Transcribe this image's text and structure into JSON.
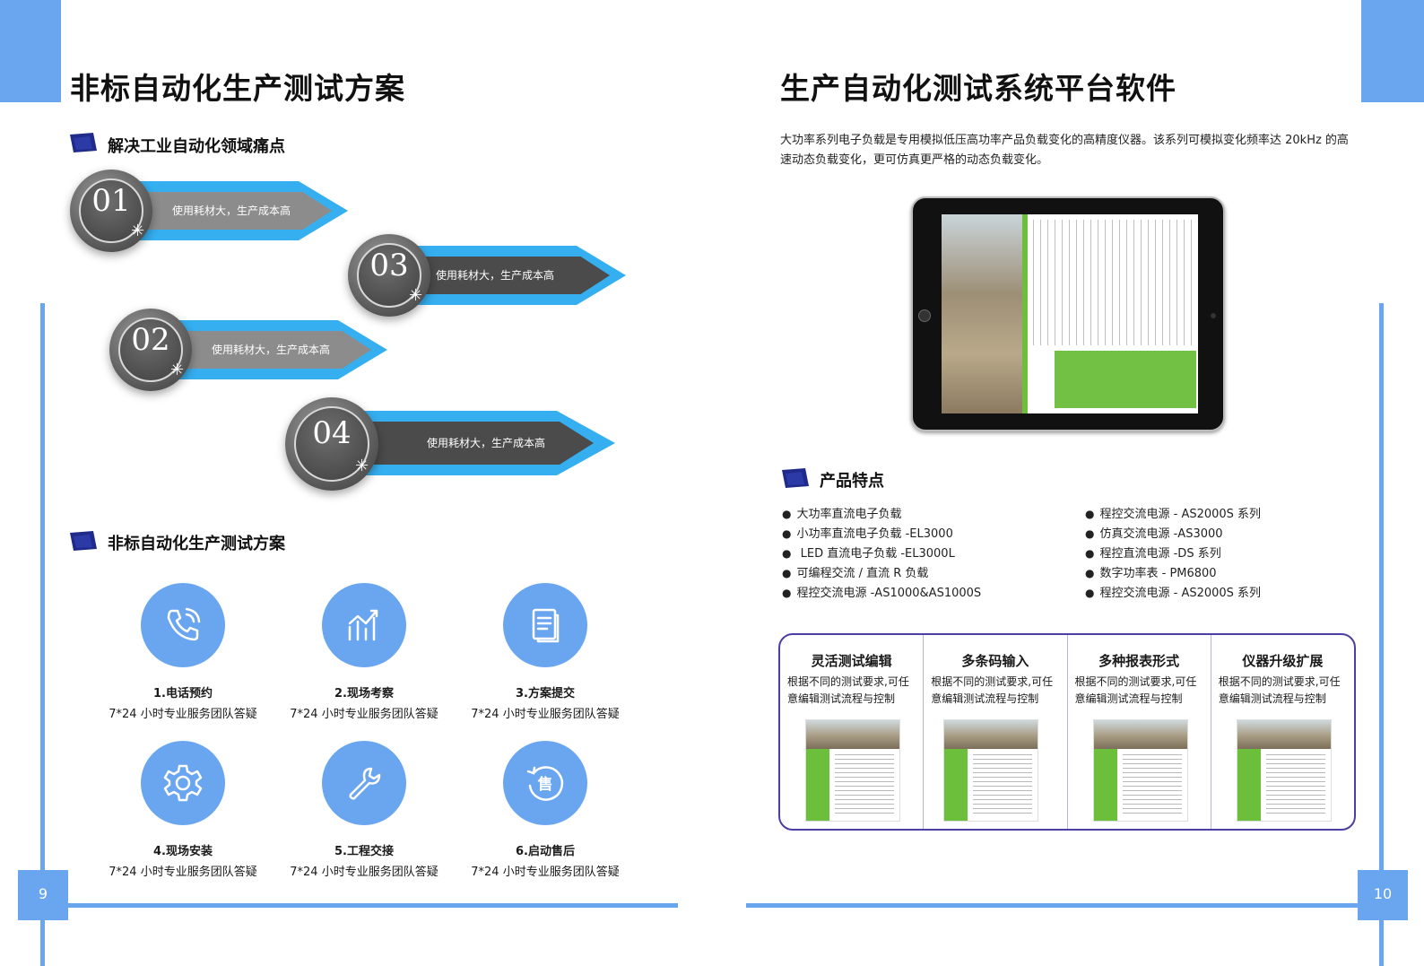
{
  "left_page": {
    "title": "非标自动化生产测试方案",
    "section1_heading": "解决工业自动化领域痛点",
    "banners": [
      {
        "num": "01",
        "text": "使用耗材大，生产成本高"
      },
      {
        "num": "03",
        "text": "使用耗材大，生产成本高"
      },
      {
        "num": "02",
        "text": "使用耗材大，生产成本高"
      },
      {
        "num": "04",
        "text": "使用耗材大，生产成本高"
      }
    ],
    "section2_heading": "非标自动化生产测试方案",
    "services": [
      {
        "title": "1.电话预约",
        "desc": "7*24 小时专业服务团队答疑",
        "icon": "phone-icon"
      },
      {
        "title": "2.现场考察",
        "desc": "7*24 小时专业服务团队答疑",
        "icon": "chart-icon"
      },
      {
        "title": "3.方案提交",
        "desc": "7*24 小时专业服务团队答疑",
        "icon": "document-icon"
      },
      {
        "title": "4.现场安装",
        "desc": "7*24 小时专业服务团队答疑",
        "icon": "gear-icon"
      },
      {
        "title": "5.工程交接",
        "desc": "7*24 小时专业服务团队答疑",
        "icon": "wrench-icon"
      },
      {
        "title": "6.启动售后",
        "desc": "7*24 小时专业服务团队答疑",
        "icon": "aftersale-icon",
        "icon_glyph": "售"
      }
    ],
    "page_number": "9"
  },
  "right_page": {
    "title": "生产自动化测试系统平台软件",
    "intro_line1": "大功率系列电子负载是专用模拟低压高功率产品负载变化的高精度仪器。该系列可模拟变化频率达 20kHz 的高",
    "intro_line2": "速动态负载变化，更可仿真更严格的动态负载变化。",
    "features_heading": "产品特点",
    "bullets_left": [
      "大功率直流电子负载",
      "小功率直流电子负载 -EL3000",
      " LED 直流电子负载 -EL3000L",
      "可编程交流 / 直流 R 负载",
      "程控交流电源 -AS1000&AS1000S"
    ],
    "bullets_right": [
      "程控交流电源 -  AS2000S 系列",
      "仿真交流电源 -AS3000",
      "程控直流电源 -DS 系列",
      "数字功率表 -  PM6800",
      "程控交流电源 -  AS2000S 系列"
    ],
    "feature_cards": [
      {
        "title": "灵活测试编辑",
        "line1": "根据不同的测试要求,可任",
        "line2": "意编辑测试流程与控制"
      },
      {
        "title": "多条码输入",
        "line1": "根据不同的测试要求,可任",
        "line2": "意编辑测试流程与控制"
      },
      {
        "title": "多种报表形式",
        "line1": "根据不同的测试要求,可任",
        "line2": "意编辑测试流程与控制"
      },
      {
        "title": "仪器升级扩展",
        "line1": "根据不同的测试要求,可任",
        "line2": "意编辑测试流程与控制"
      }
    ],
    "page_number": "10"
  },
  "colors": {
    "accent_blue": "#6aa6f0",
    "arrow_blue": "#35aff0",
    "navy": "#1f2a8a",
    "frame_purple": "#4b3fa6"
  }
}
